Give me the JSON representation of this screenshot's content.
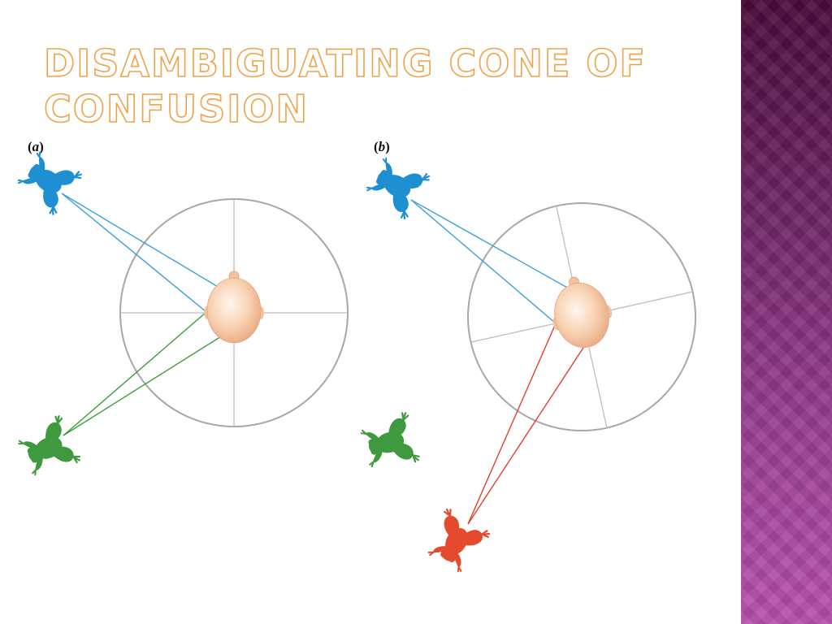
{
  "slide": {
    "title": "Disambiguating Cone of Confusion"
  },
  "figure": {
    "panel_a": {
      "label_open": "(",
      "label_letter": "a",
      "label_close": ")"
    },
    "panel_b": {
      "label_open": "(",
      "label_letter": "b",
      "label_close": ")"
    }
  },
  "colors": {
    "title_outline": "#eea349",
    "circle": "#a8a8a8",
    "blue_line": "#3aa0d8",
    "green_line": "#3a9e3a",
    "red_line": "#e0402b",
    "blue_frog": "#1e8fd0",
    "green_frog": "#3f9a3f",
    "red_frog": "#e64a2e",
    "head": "#f6cba8",
    "side_band_top": "#4a0b3b",
    "side_band_bottom": "#b750ad"
  }
}
